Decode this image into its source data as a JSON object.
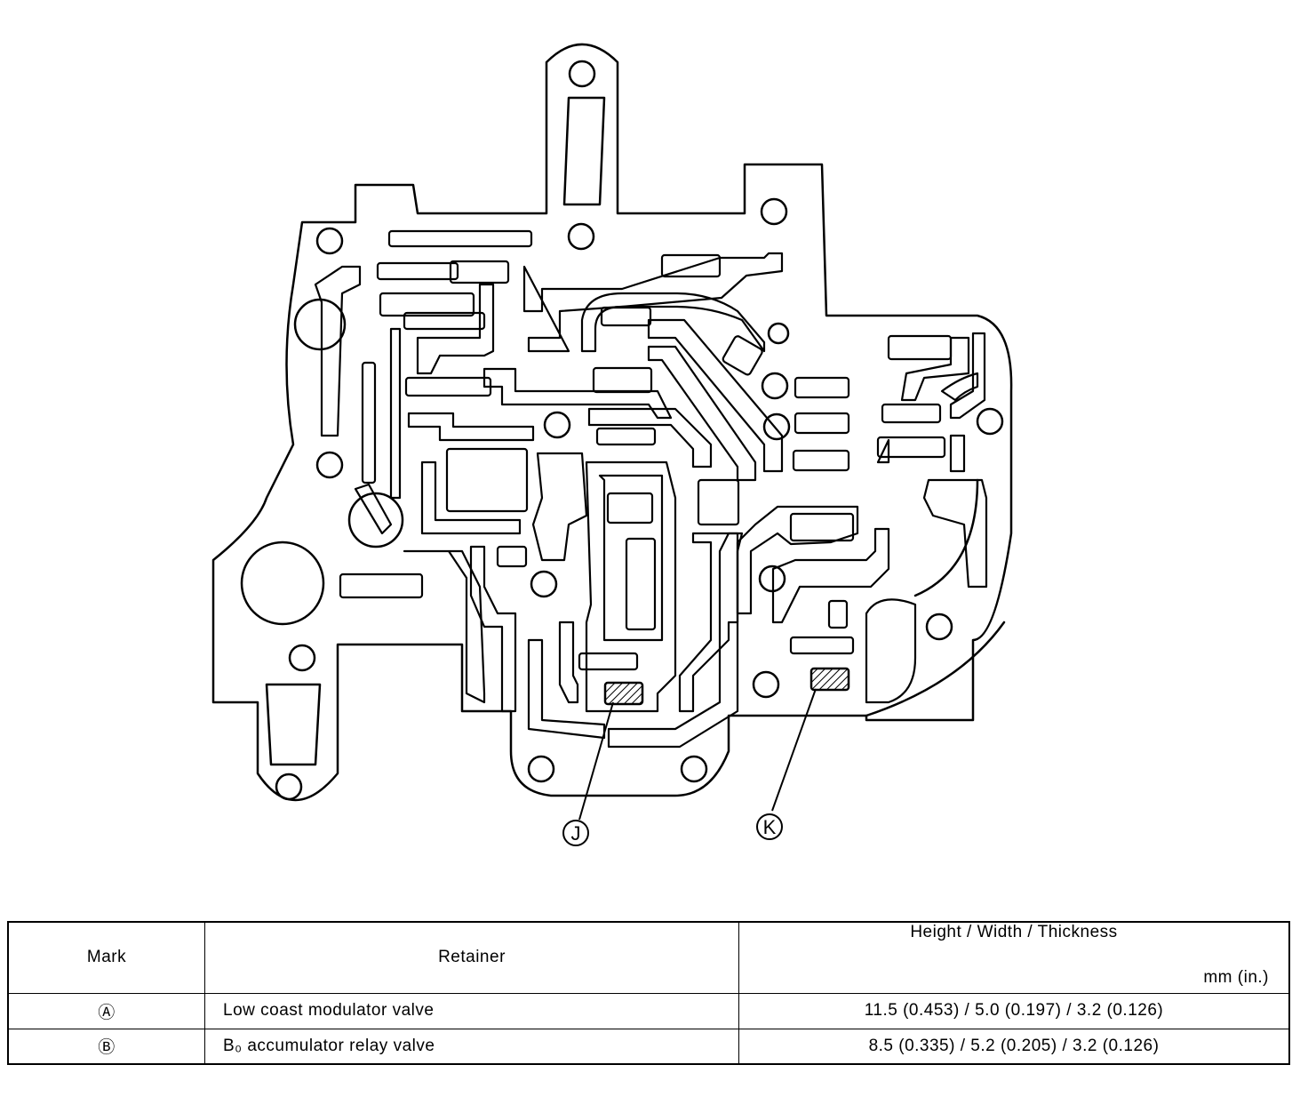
{
  "callouts": {
    "J": "J",
    "K": "K"
  },
  "table": {
    "headers": {
      "mark": "Mark",
      "retainer": "Retainer",
      "dimensions": "Height / Width / Thickness",
      "unit": "mm (in.)"
    },
    "rows": [
      {
        "mark": "Ⓐ",
        "retainer": "Low coast modulator valve",
        "dimensions": "11.5 (0.453) / 5.0 (0.197) / 3.2 (0.126)"
      },
      {
        "mark": "Ⓑ",
        "retainer": "B₀ accumulator relay valve",
        "dimensions": "8.5 (0.335) / 5.2 (0.205) / 3.2 (0.126)"
      }
    ]
  }
}
